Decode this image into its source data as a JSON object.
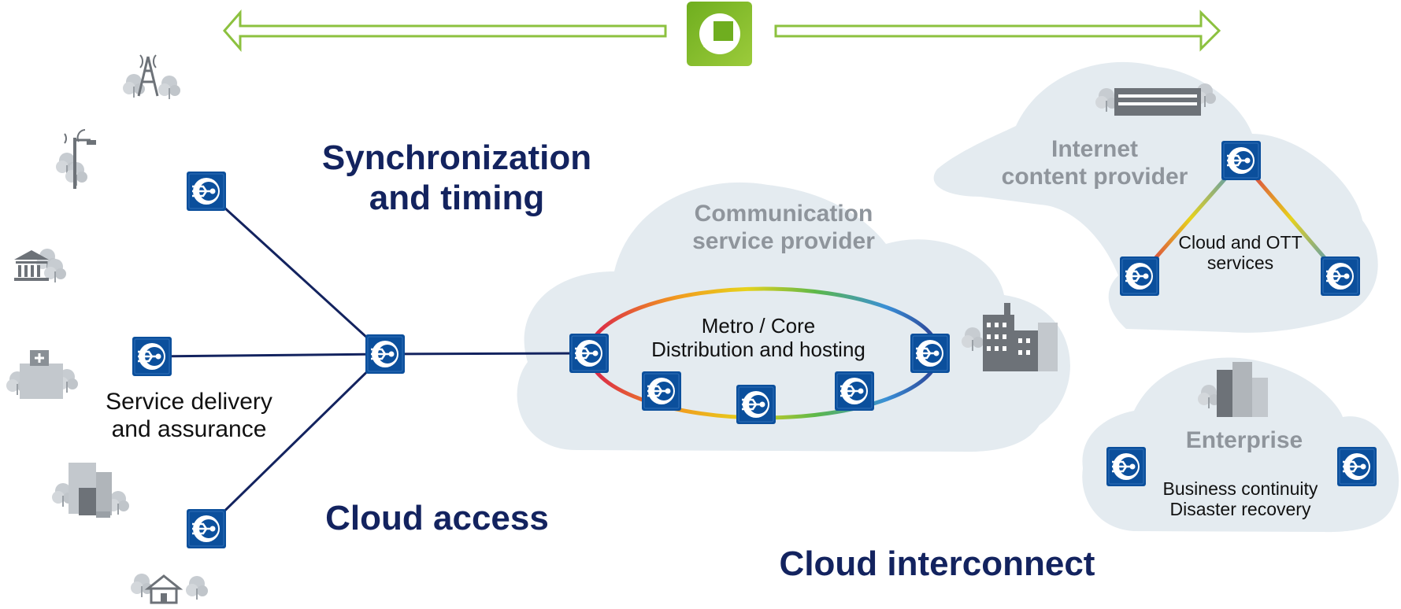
{
  "diagram": {
    "top_logo": "green-speech-bubble-logo",
    "sections": {
      "sync": [
        "Synchronization",
        "and timing"
      ],
      "cloud_access": "Cloud access",
      "cloud_interconnect": "Cloud interconnect",
      "service": [
        "Service delivery",
        "and assurance"
      ]
    },
    "clouds": {
      "csp": {
        "title": [
          "Communication",
          "service provider"
        ],
        "ring": [
          "Metro / Core",
          "Distribution and hosting"
        ]
      },
      "icp": {
        "title": [
          "Internet",
          "content provider"
        ],
        "inner": [
          "Cloud and OTT",
          "services"
        ]
      },
      "enterprise": {
        "title": "Enterprise",
        "inner": [
          "Business continuity",
          "Disaster recovery"
        ]
      }
    },
    "icons": {
      "node": "network-node-icon",
      "site_icons": [
        "cell-tower-icon",
        "street-light-icon",
        "bank-icon",
        "hospital-icon",
        "office-building-icon",
        "house-icon",
        "data-center-icon",
        "city-buildings-icon",
        "enterprise-building-icon"
      ]
    },
    "colors": {
      "navy": "#13235f",
      "node_blue": "#0b4f9c",
      "cloud": "#e4ebf0",
      "arrow_green": "#7ab51d",
      "grey_text": "#8f959c"
    }
  }
}
